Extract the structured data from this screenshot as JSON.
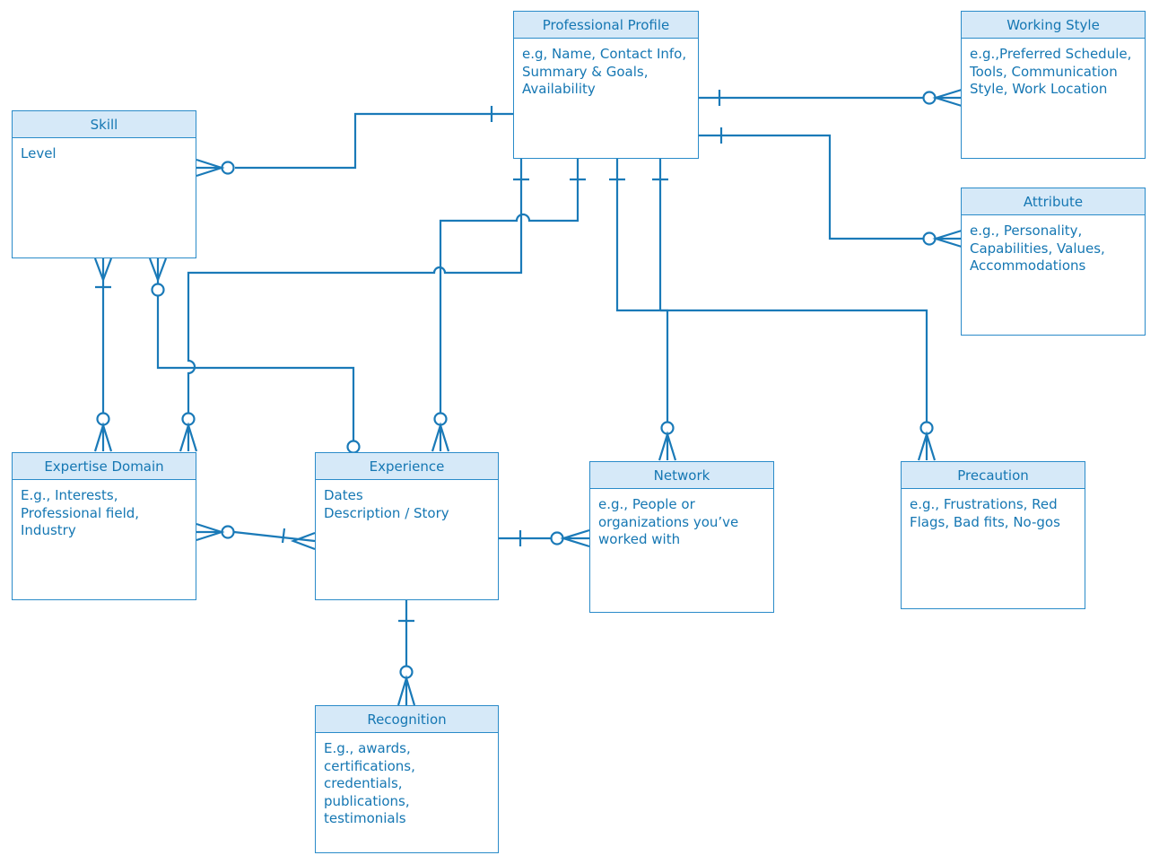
{
  "entities": {
    "professional_profile": {
      "title": "Professional Profile",
      "body": "e.g, Name, Contact Info,\nSummary & Goals,\nAvailability"
    },
    "working_style": {
      "title": "Working Style",
      "body": "e.g.,Preferred Schedule,\nTools, Communication\nStyle, Work Location"
    },
    "skill": {
      "title": "Skill",
      "body": "Level"
    },
    "attribute": {
      "title": "Attribute",
      "body": "e.g., Personality,\nCapabilities, Values,\nAccommodations"
    },
    "expertise_domain": {
      "title": "Expertise Domain",
      "body": "E.g., Interests,\nProfessional field, Industry"
    },
    "experience": {
      "title": "Experience",
      "body": "Dates\nDescription / Story"
    },
    "network": {
      "title": "Network",
      "body": "e.g., People or\norganizations you’ve\nworked with"
    },
    "precaution": {
      "title": "Precaution",
      "body": "e.g., Frustrations, Red\nFlags, Bad fits, No-gos"
    },
    "recognition": {
      "title": "Recognition",
      "body": "E.g., awards, certifications,\ncredentials, publications,\ntestimonials"
    }
  },
  "relationships": [
    {
      "from": "Professional Profile",
      "to": "Skill",
      "from_end": "one",
      "to_end": "zero-or-many"
    },
    {
      "from": "Professional Profile",
      "to": "Working Style",
      "from_end": "one",
      "to_end": "zero-or-many"
    },
    {
      "from": "Professional Profile",
      "to": "Attribute",
      "from_end": "one",
      "to_end": "zero-or-many"
    },
    {
      "from": "Professional Profile",
      "to": "Expertise Domain",
      "from_end": "one",
      "to_end": "zero-or-many"
    },
    {
      "from": "Professional Profile",
      "to": "Experience",
      "from_end": "one",
      "to_end": "zero-or-many"
    },
    {
      "from": "Professional Profile",
      "to": "Network",
      "from_end": "one",
      "to_end": "zero-or-many"
    },
    {
      "from": "Professional Profile",
      "to": "Precaution",
      "from_end": "one",
      "to_end": "zero-or-many"
    },
    {
      "from": "Skill",
      "to": "Expertise Domain",
      "from_end": "one-or-many",
      "to_end": "zero-or-many"
    },
    {
      "from": "Skill",
      "to": "Experience",
      "from_end": "zero-or-many",
      "to_end": "zero-or-one"
    },
    {
      "from": "Experience",
      "to": "Expertise Domain",
      "from_end": "one-or-many",
      "to_end": "zero-or-many"
    },
    {
      "from": "Experience",
      "to": "Network",
      "from_end": "one",
      "to_end": "zero-or-many"
    },
    {
      "from": "Experience",
      "to": "Recognition",
      "from_end": "one",
      "to_end": "zero-or-many"
    }
  ],
  "colors": {
    "line": "#1a7ab8",
    "border": "#2a8bc9",
    "header_fill": "#d6e9f8",
    "text": "#1577b3"
  }
}
